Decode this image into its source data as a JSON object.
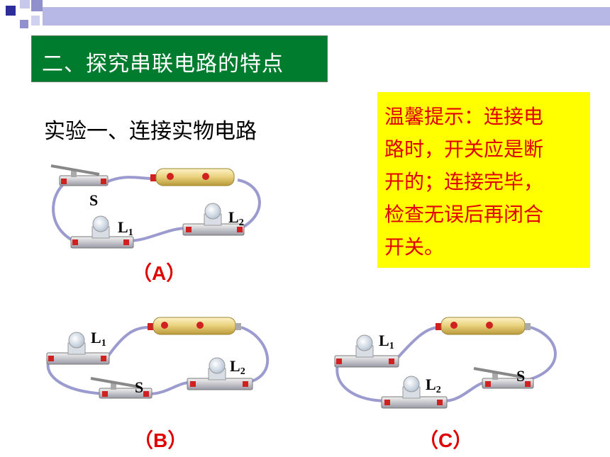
{
  "slide": {
    "title": "二、探究串联电路的特点",
    "subtitle": "实验一、连接实物电路",
    "tip": {
      "lines": [
        "温馨提示：连接电",
        "路时，开关应是断",
        "开的；连接完毕，",
        "检查无误后再闭合",
        "开关。"
      ]
    },
    "colors": {
      "title_bg": "#007c2e",
      "tip_bg": "#ffff00",
      "tip_text": "#e00000",
      "caption_text": "#e00000",
      "wire": "#9b9bd0",
      "battery": "#e8cf7a"
    }
  },
  "circuits": [
    {
      "caption": "（A）",
      "labels": {
        "switch": "S",
        "lamp1": "L",
        "lamp1_sub": "1",
        "lamp2": "L",
        "lamp2_sub": "2"
      }
    },
    {
      "caption": "（B）",
      "labels": {
        "switch": "S",
        "lamp1": "L",
        "lamp1_sub": "1",
        "lamp2": "L",
        "lamp2_sub": "2"
      }
    },
    {
      "caption": "（C）",
      "labels": {
        "switch": "S",
        "lamp1": "L",
        "lamp1_sub": "1",
        "lamp2": "L",
        "lamp2_sub": "2"
      }
    }
  ]
}
